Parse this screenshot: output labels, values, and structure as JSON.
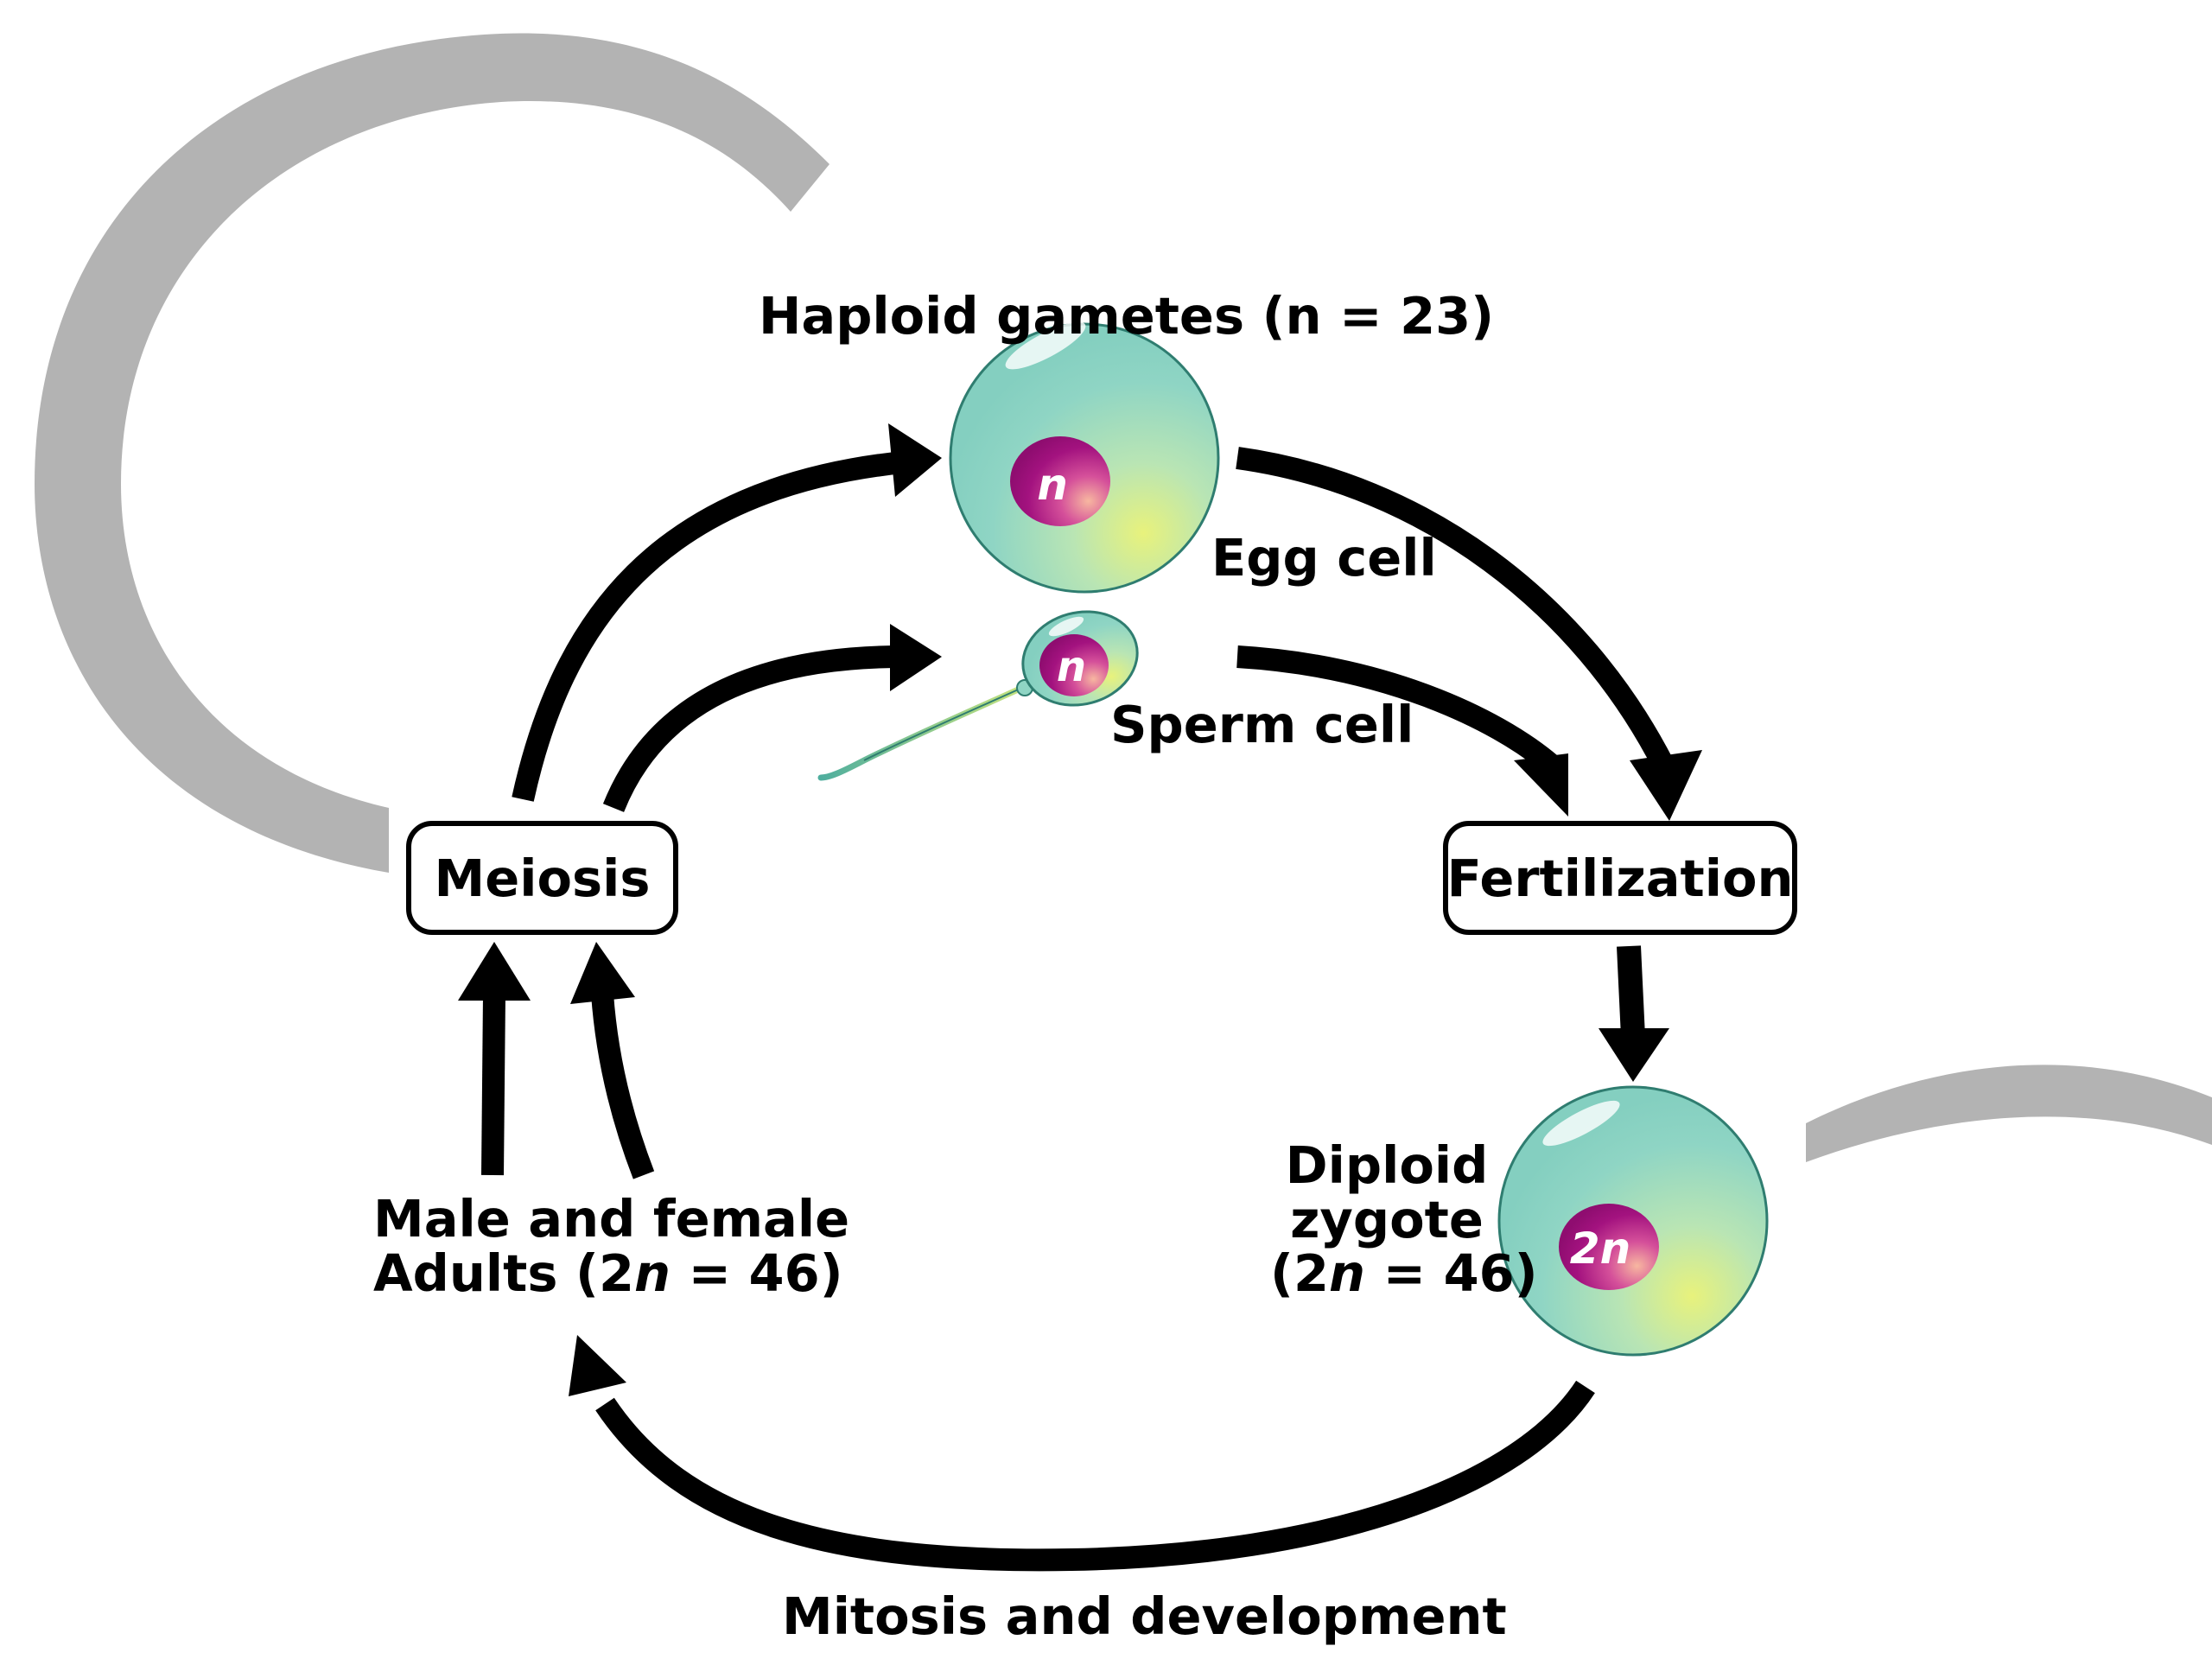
{
  "labels": {
    "haploid_gametes": "Haploid gametes (n = 23)",
    "egg_cell": "Egg cell",
    "sperm_cell": "Sperm cell",
    "meiosis": "Meiosis",
    "fertilization": "Fertilization",
    "diploid_line1": "Diploid",
    "diploid_line2": "zygote",
    "diploid_line3_pre": "(2",
    "diploid_line3_n": "n",
    "diploid_line3_post": " = 46)",
    "adults_line1": "Male and female",
    "adults_line2_pre": "Adults (2",
    "adults_line2_n": "n",
    "adults_line2_post": " = 46)",
    "mitosis": "Mitosis and development"
  },
  "cells": {
    "egg_nucleus": "n",
    "sperm_nucleus": "n",
    "zygote_nucleus": "2n"
  },
  "colors": {
    "cell_fill": "#8fd5c4",
    "cell_highlight": "#e4f07a",
    "nucleus": "#a0157e",
    "arrow": "#000000",
    "watermark": "#b3b3b3"
  }
}
